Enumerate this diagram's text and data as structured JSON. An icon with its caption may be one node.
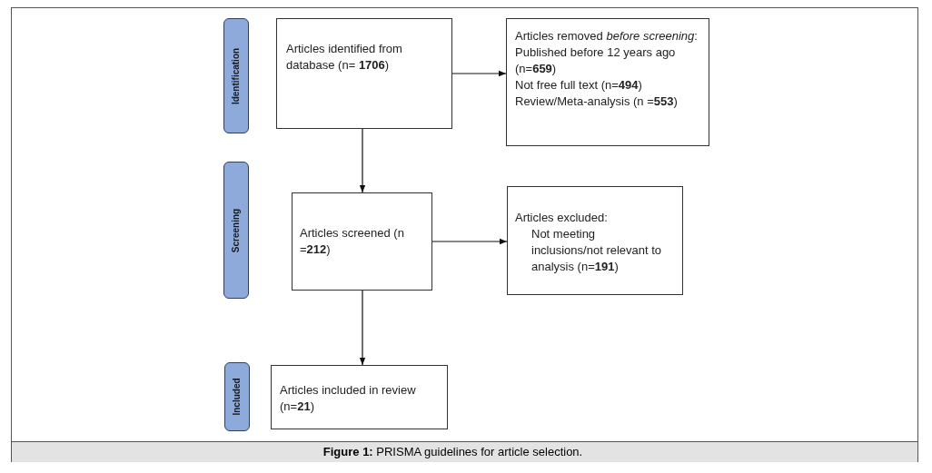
{
  "diagram": {
    "caption": "**Figure 1:** PRISMA guidelines for article selection.",
    "nodes": [
      {
        "text": [
          "Identification"
        ]
      },
      {
        "text": [
          "Articles identified from database (n= **1706**)"
        ]
      },
      {
        "text": [
          "Articles removed *before screening*:",
          "Published before 12 years ago (n=**659**)",
          "Not free full text (n=**494**)",
          "Review/Meta-analysis (n =**553**)"
        ]
      },
      {
        "text": [
          "Screening"
        ]
      },
      {
        "text": [
          "Articles screened (n =**212**)"
        ]
      },
      {
        "text": [
          "Articles excluded:",
          "Not meeting inclusions/not relevant to analysis (n=**191**)"
        ]
      },
      {
        "text": [
          "Included"
        ]
      },
      {
        "text": [
          "Articles included in review (n=**21**)"
        ]
      }
    ],
    "edges": [
      {
        "from": 1,
        "to": 2,
        "arrow": "to"
      },
      {
        "from": 1,
        "to": 4,
        "arrow": "to"
      },
      {
        "from": 4,
        "to": 5,
        "arrow": "to"
      },
      {
        "from": 4,
        "to": 7,
        "arrow": "to"
      }
    ]
  }
}
